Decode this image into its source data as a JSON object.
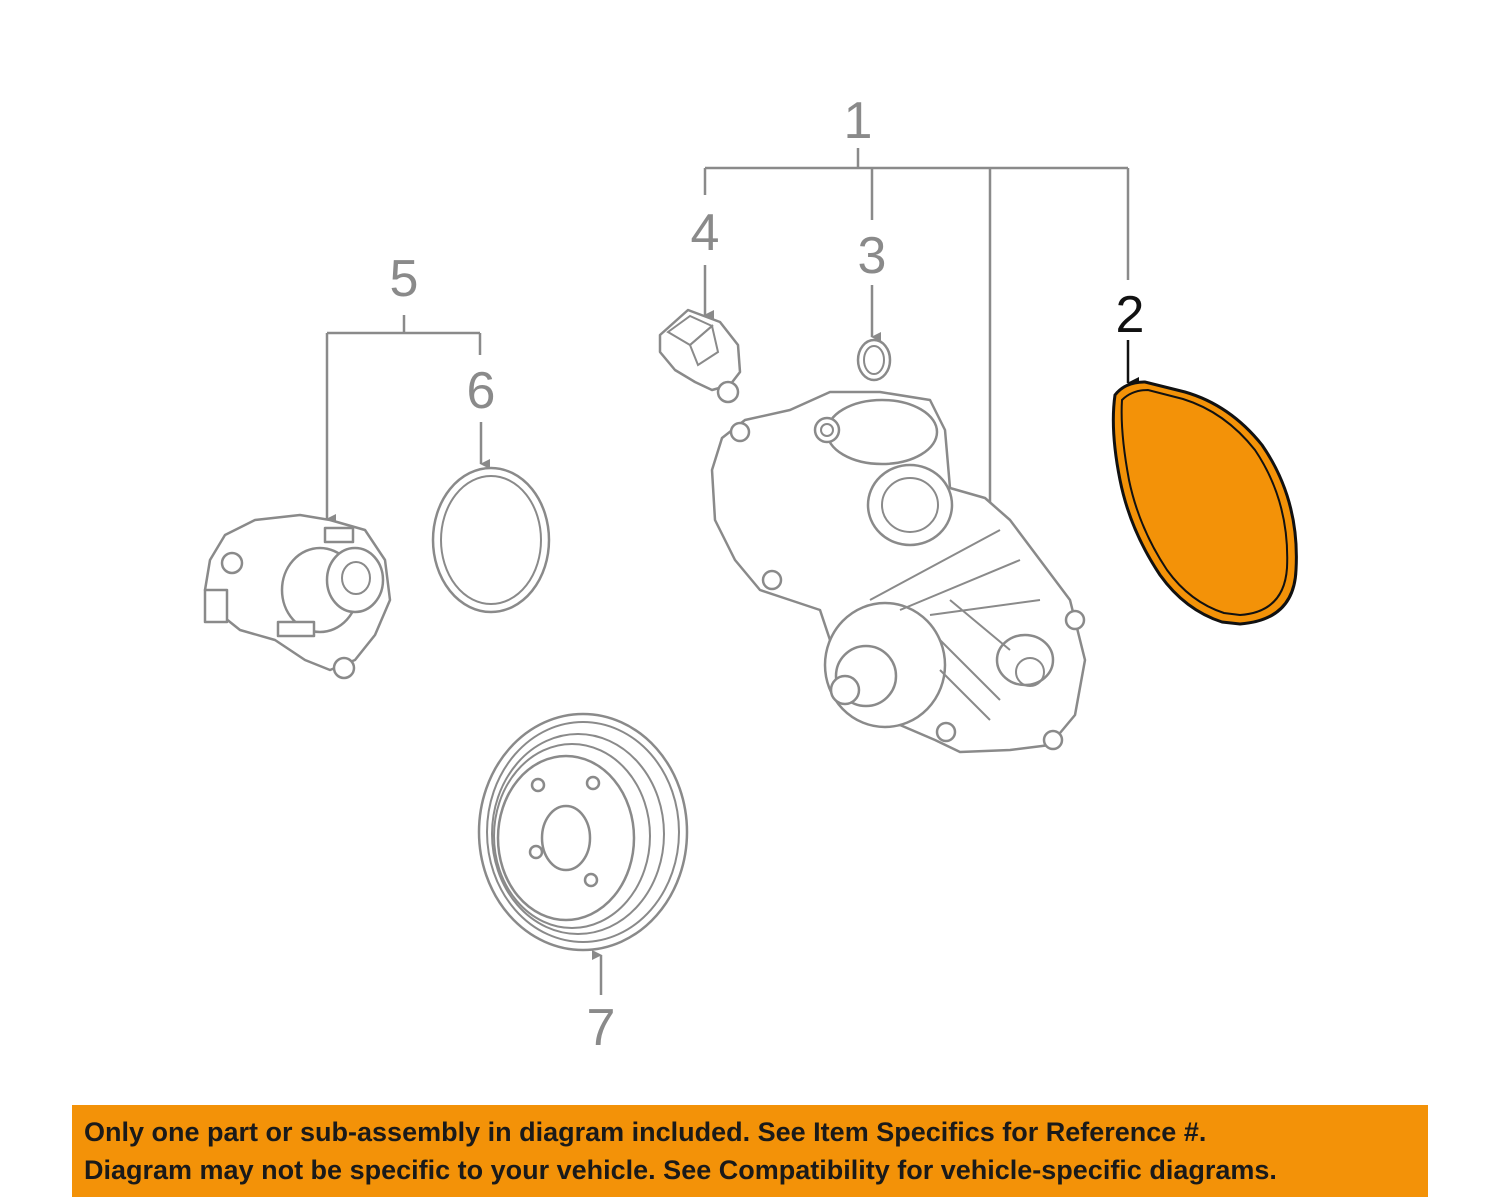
{
  "colors": {
    "highlight": "#f39208",
    "line_gray": "#8a8a8a",
    "active_black": "#111111"
  },
  "callouts": {
    "c1": "1",
    "c2": "2",
    "c3": "3",
    "c4": "4",
    "c5": "5",
    "c6": "6",
    "c7": "7"
  },
  "highlighted_part": "2",
  "notice": {
    "line1": "Only one part or sub-assembly in diagram included. See Item Specifics for Reference #.",
    "line2": "Diagram may not be specific to your vehicle. See Compatibility for vehicle-specific diagrams."
  }
}
